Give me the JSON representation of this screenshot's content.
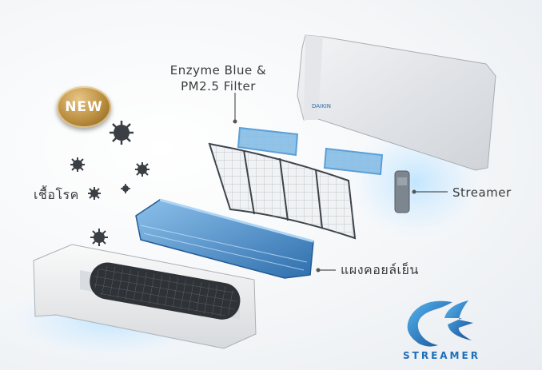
{
  "labels": {
    "enzyme_line1": "Enzyme Blue &",
    "enzyme_line2": "PM2.5 Filter",
    "streamer": "Streamer",
    "coil": "แผงคอยล์เย็น",
    "germs": "เชื้อโรค",
    "badge": "NEW",
    "logo_text": "STREAMER"
  },
  "colors": {
    "accent_blue": "#1d6fb8",
    "filter_blue": "#5a9fd8",
    "coil_blue": "#3f86c7",
    "badge_gold": "#b98d3e",
    "germ_dark": "#3a3f44",
    "label_text": "#3b3b3b"
  },
  "icons": {
    "germ": "virus-icon",
    "logo": "streamer-logo-icon"
  }
}
